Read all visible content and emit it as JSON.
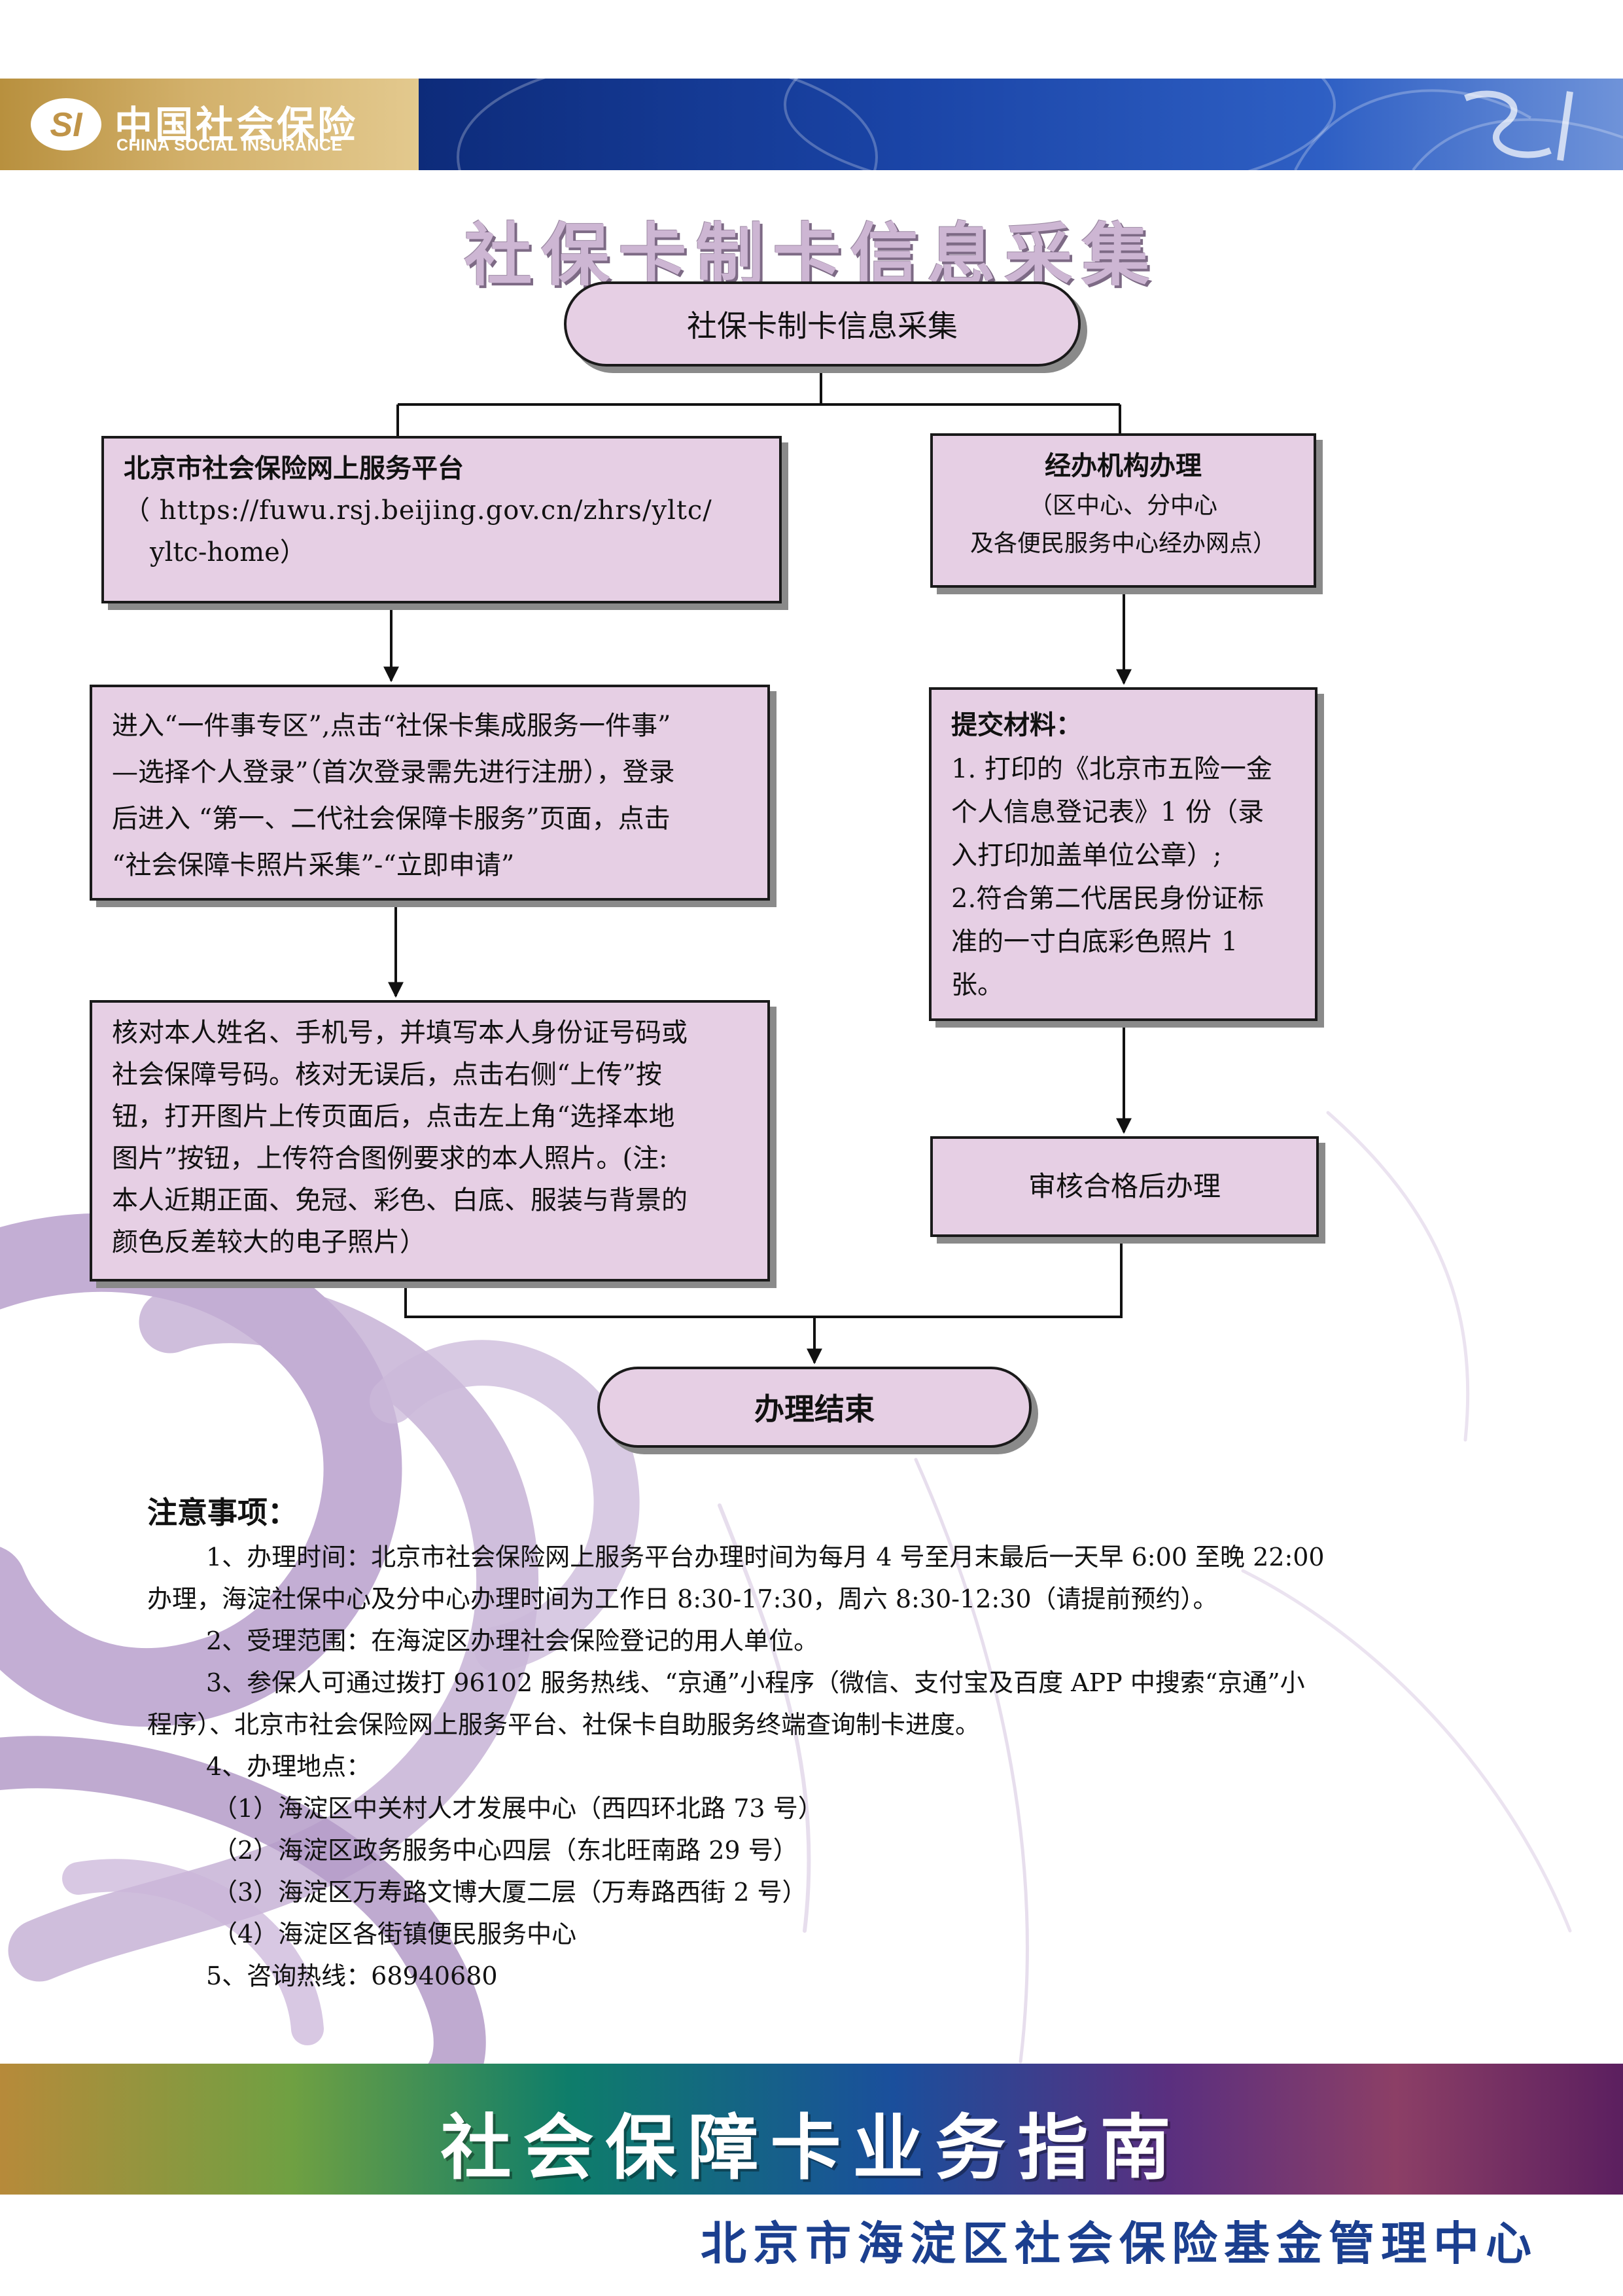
{
  "header": {
    "logo_cn": "中国社会保险",
    "logo_en": "CHINA SOCIAL INSURANCE"
  },
  "page_title": "社保卡制卡信息采集",
  "flow": {
    "start": "社保卡制卡信息采集",
    "left_top": {
      "title": "北京市社会保险网上服务平台",
      "url_line1": "（ https://fuwu.rsj.beijing.gov.cn/zhrs/yltc/",
      "url_line2": "yltc-home）"
    },
    "right_top": {
      "title": "经办机构办理",
      "line1": "（区中心、分中心",
      "line2": "及各便民服务中心经办网点）"
    },
    "left_mid": {
      "line1": "进入“一件事专区”,点击“社保卡集成服务一件事”",
      "line2": "—选择个人登录”（首次登录需先进行注册），登录",
      "line3": "后进入 “第一、二代社会保障卡服务”页面，点击",
      "line4": "“社会保障卡照片采集”-“立即申请”"
    },
    "right_mid": {
      "title": "提交材料：",
      "line1": "1. 打印的《北京市五险一金",
      "line2": "个人信息登记表》1 份（录",
      "line3": "入打印加盖单位公章）;",
      "line4": "2.符合第二代居民身份证标",
      "line5": "准的一寸白底彩色照片 1",
      "line6": "张。"
    },
    "left_bottom": {
      "line1": "核对本人姓名、手机号，并填写本人身份证号码或",
      "line2": "社会保障号码。核对无误后，点击右侧“上传”按",
      "line3": "钮，打开图片上传页面后，点击左上角“选择本地",
      "line4": "图片”按钮，上传符合图例要求的本人照片。(注:",
      "line5": "本人近期正面、免冠、彩色、白底、服装与背景的",
      "line6": "颜色反差较大的电子照片）"
    },
    "right_bottom": "审核合格后办理",
    "end": "办理结束"
  },
  "notes": {
    "title": "注意事项：",
    "item1_line1": "1、办理时间：北京市社会保险网上服务平台办理时间为每月 4 号至月末最后一天早 6:00 至晚 22:00",
    "item1_line2": "办理，海淀社保中心及分中心办理时间为工作日 8:30-17:30，周六 8:30-12:30（请提前预约）。",
    "item2": "2、受理范围：在海淀区办理社会保险登记的用人单位。",
    "item3_line1": "3、参保人可通过拨打 96102 服务热线、“京通”小程序（微信、支付宝及百度 APP 中搜索“京通”小",
    "item3_line2": "程序）、北京市社会保险网上服务平台、社保卡自助服务终端查询制卡进度。",
    "item4": "4、办理地点：",
    "loc1": "（1）海淀区中关村人才发展中心（西四环北路 73 号）",
    "loc2": "（2）海淀区政务服务中心四层（东北旺南路 29 号）",
    "loc3": "（3）海淀区万寿路文博大厦二层（万寿路西街 2 号）",
    "loc4": "（4）海淀区各街镇便民服务中心",
    "item5": "5、咨询热线：68940680"
  },
  "footer": {
    "title": "社会保障卡业务指南",
    "org": "北京市海淀区社会保险基金管理中心"
  },
  "colors": {
    "box_fill": "#e6cfe4",
    "header_blue": "#1a44a6",
    "header_gold": "#c9a257",
    "org_text": "#1b3f8f",
    "swirl": "#b59cc9"
  }
}
